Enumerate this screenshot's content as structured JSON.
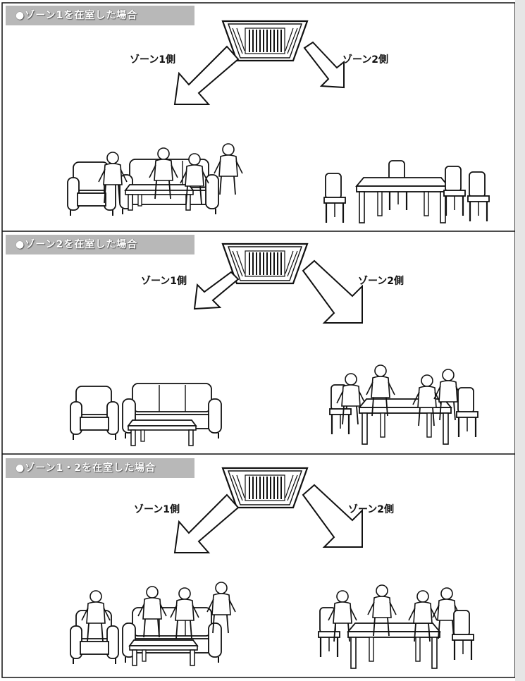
{
  "panels": [
    {
      "title": "●ゾーン1を在室した場合",
      "zone1_label": "ゾーン1側",
      "zone2_label": "ゾーン2側"
    },
    {
      "title": "●ゾーン2を在室した場合",
      "zone1_label": "ゾーン1側",
      "zone2_label": "ゾーン2側"
    },
    {
      "title": "●ゾーン1・2を在室した場合",
      "zone1_label": "ゾーン1側",
      "zone2_label": "ゾーン2側"
    }
  ]
}
